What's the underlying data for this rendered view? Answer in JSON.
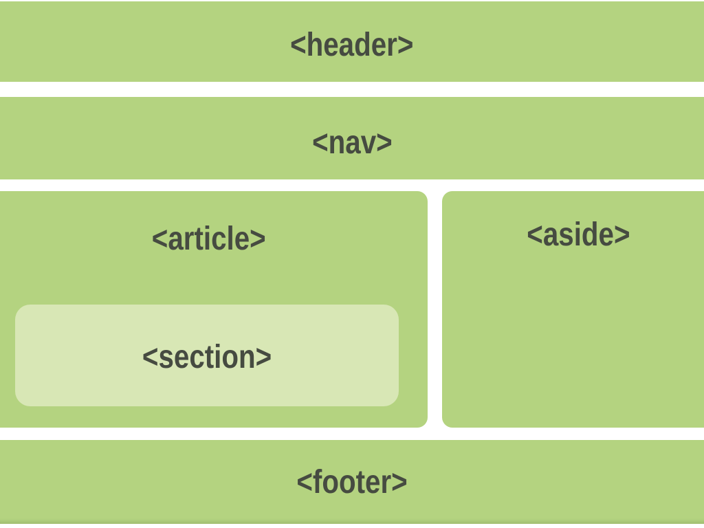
{
  "diagram": {
    "boxes": {
      "header": {
        "label": "<header>"
      },
      "nav": {
        "label": "<nav>"
      },
      "article": {
        "label": "<article>"
      },
      "section": {
        "label": "<section>"
      },
      "aside": {
        "label": "<aside>"
      },
      "footer": {
        "label": "<footer>"
      }
    },
    "colors": {
      "box_green": "#b4d380",
      "section_green": "#d8e7b5",
      "label_text": "#464b41",
      "background": "#ffffff"
    }
  }
}
